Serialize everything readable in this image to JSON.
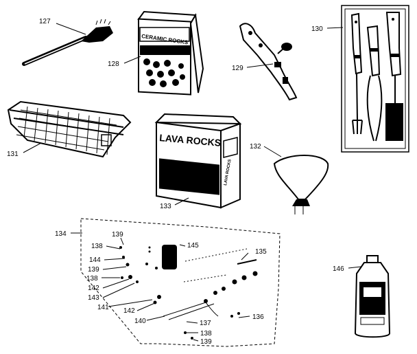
{
  "parts": [
    {
      "id": "p127",
      "number": "127"
    },
    {
      "id": "p128",
      "number": "128",
      "box_text": "CERAMIC ROCKS"
    },
    {
      "id": "p129",
      "number": "129"
    },
    {
      "id": "p130",
      "number": "130"
    },
    {
      "id": "p131",
      "number": "131"
    },
    {
      "id": "p132",
      "number": "132"
    },
    {
      "id": "p133",
      "number": "133",
      "box_text": "LAVA ROCKS",
      "box_text_small": "LAVA ROCKS"
    },
    {
      "id": "p134",
      "number": "134"
    },
    {
      "id": "p135",
      "number": "135"
    },
    {
      "id": "p136",
      "number": "136"
    },
    {
      "id": "p137",
      "number": "137"
    },
    {
      "id": "p138a",
      "number": "138"
    },
    {
      "id": "p138b",
      "number": "138"
    },
    {
      "id": "p138c",
      "number": "138"
    },
    {
      "id": "p139a",
      "number": "139"
    },
    {
      "id": "p139b",
      "number": "139"
    },
    {
      "id": "p139c",
      "number": "139"
    },
    {
      "id": "p140",
      "number": "140"
    },
    {
      "id": "p141",
      "number": "141"
    },
    {
      "id": "p142a",
      "number": "142"
    },
    {
      "id": "p142b",
      "number": "142"
    },
    {
      "id": "p143",
      "number": "143"
    },
    {
      "id": "p144",
      "number": "144"
    },
    {
      "id": "p145",
      "number": "145"
    },
    {
      "id": "p146",
      "number": "146"
    }
  ]
}
